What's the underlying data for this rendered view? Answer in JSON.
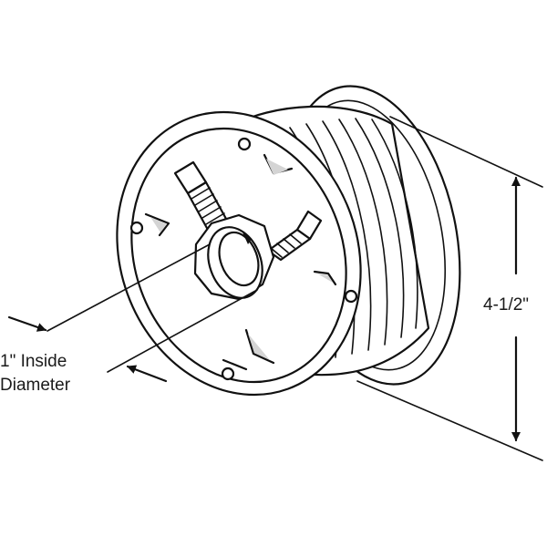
{
  "labels": {
    "inside_diameter_line1": "1\" Inside",
    "inside_diameter_line2": "Diameter",
    "height": "4-1/2\""
  }
}
